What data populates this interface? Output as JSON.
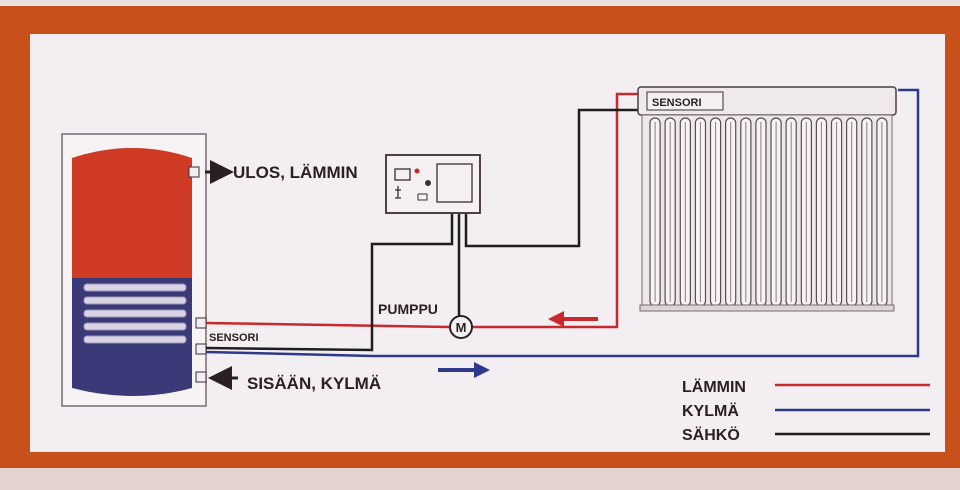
{
  "labels": {
    "out_hot": "ULOS, LÄMMIN",
    "in_cold": "SISÄÄN, KYLMÄ",
    "pump": "PUMPPU",
    "pump_symbol": "M",
    "sensor_tank": "SENSORI",
    "sensor_collector": "SENSORI"
  },
  "legend": [
    {
      "label": "LÄMMIN",
      "color": "#c8292c"
    },
    {
      "label": "KYLMÄ",
      "color": "#2d3a8c"
    },
    {
      "label": "SÄHKÖ",
      "color": "#1e1e1e"
    }
  ],
  "colors": {
    "frame": "#c7501b",
    "panel": "#f3eef1",
    "hot": "#c8292c",
    "cold": "#2d3a8c",
    "electric": "#1e1e1e",
    "tank_hot": "#cf3a24",
    "tank_cold": "#3b3a78"
  }
}
